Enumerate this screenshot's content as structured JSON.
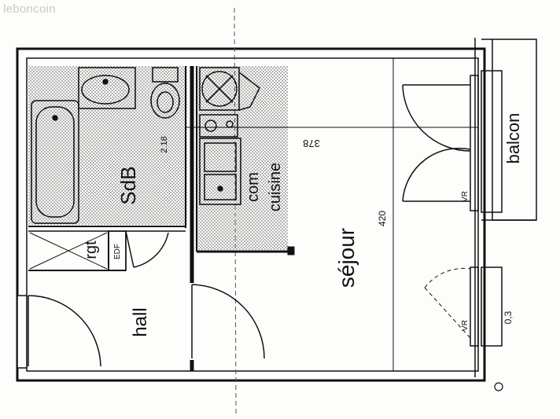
{
  "watermark": "leboncoin",
  "rooms": {
    "sdb": "SdB",
    "rgt": "rgt",
    "edf": "EDF",
    "hall": "hall",
    "sejour": "séjour",
    "com": "com",
    "cuisine": "cuisine",
    "balcon": "balcon"
  },
  "dimensions": {
    "sdb_height": "2.18",
    "sejour_width": "378",
    "sejour_depth": "420"
  },
  "marks": {
    "vr_top": "VR",
    "vr_bottom": "VR",
    "handwritten": "0,3"
  },
  "colors": {
    "line": "#111111",
    "paper": "#fdfdfb",
    "stipple": "#444444"
  }
}
